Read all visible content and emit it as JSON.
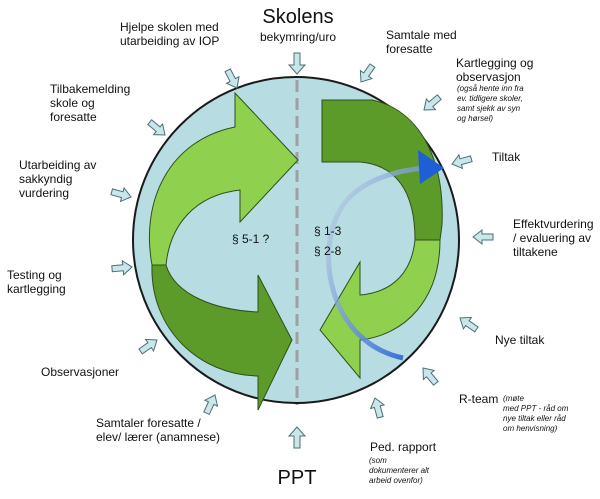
{
  "top": {
    "title": "Skolens",
    "subtitle": "bekymring/uro"
  },
  "bottom": {
    "title": "PPT"
  },
  "center": {
    "left_paragraph": "§ 5-1 ?",
    "right_paragraph_1": "§ 1-3",
    "right_paragraph_2": "§ 2-8"
  },
  "labels": {
    "samtale": "Samtale med\nforesatte",
    "kartlegging_title": "Kartlegging og\nobservasjon",
    "kartlegging_note": "(også hente inn fra\nev. tidligere skoler,\nsamt sjekk av syn\nog hørsel)",
    "tiltak": "Tiltak",
    "effekt": "Effektvurdering\n/ evaluering av\ntiltakene",
    "nye_tiltak": "Nye tiltak",
    "rteam_title": "R-team",
    "rteam_note": "(møte\nmed PPT - råd om\nnye tiltak eller råd\nom henvisning)",
    "ped_title": "Ped. rapport",
    "ped_note": "(som\ndokumenterer alt\narbeid ovenfor)",
    "samtaler": "Samtaler foresatte /\nelev/ lærer (anamnese)",
    "observasjoner": "Observasjoner",
    "testing": "Testing og\nkartlegging",
    "utarbeiding": "Utarbeiding av\nsakkyndig\nvurdering",
    "tilbakemelding": "Tilbakemelding\nskole og\nforesatte",
    "hjelpe": "Hjelpe skolen med\nutarbeiding av IOP"
  },
  "colors": {
    "circle_fill": "#b7dde3",
    "circle_stroke": "#1a1a1a",
    "arrow_light": "#8fd14f",
    "arrow_dark": "#5c9a2a",
    "small_arrow_fill": "#c9e6ea",
    "small_arrow_stroke": "#4d6f75",
    "dashed_line": "#a0a0a0",
    "blue_arrow": "#1f5fd6"
  }
}
